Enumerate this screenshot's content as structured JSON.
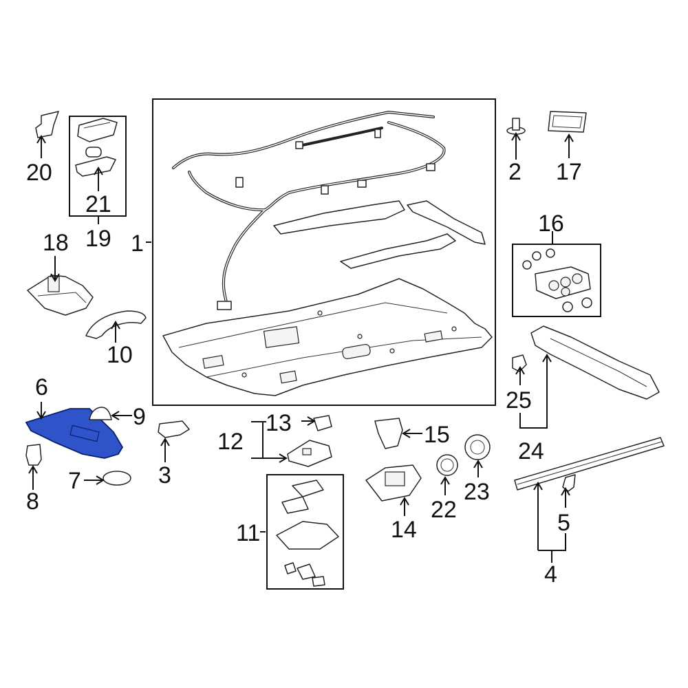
{
  "highlight_color": "#2f54c9",
  "callouts": {
    "n1": "1",
    "n2": "2",
    "n3": "3",
    "n4": "4",
    "n5": "5",
    "n6": "6",
    "n7": "7",
    "n8": "8",
    "n9": "9",
    "n10": "10",
    "n11": "11",
    "n12": "12",
    "n13": "13",
    "n14": "14",
    "n15": "15",
    "n16": "16",
    "n17": "17",
    "n18": "18",
    "n19": "19",
    "n20": "20",
    "n21": "21",
    "n22": "22",
    "n23": "23",
    "n24": "24",
    "n25": "25"
  }
}
